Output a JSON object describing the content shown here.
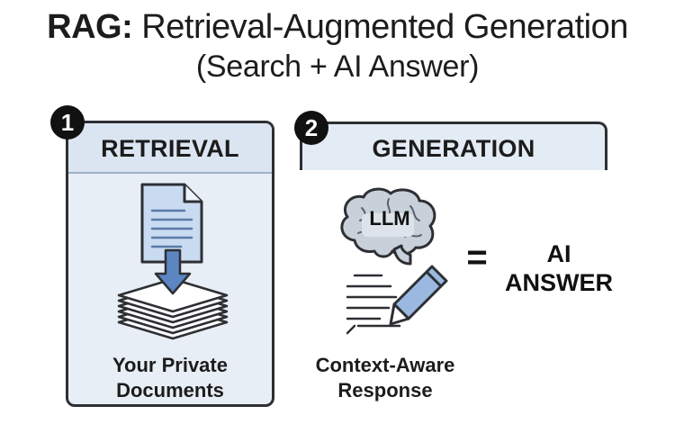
{
  "title": {
    "bold": "RAG:",
    "rest": " Retrieval-Augmented Generation",
    "subtitle": "(Search + AI Answer)"
  },
  "steps": [
    {
      "number": "1",
      "heading": "RETRIEVAL",
      "caption_line1": "Your Private",
      "caption_line2": "Documents",
      "icons": [
        "document-icon",
        "down-arrow-icon",
        "document-stack-icon"
      ]
    },
    {
      "number": "2",
      "heading": "GENERATION",
      "brain_label": "LLM",
      "caption_line1": "Context-Aware",
      "caption_line2": "Response",
      "icons": [
        "brain-icon",
        "response-lines-icon",
        "pen-icon"
      ]
    }
  ],
  "result": {
    "equals": "=",
    "line1": "AI",
    "line2": "ANSWER"
  },
  "colors": {
    "panel_fill": "#e8eef6",
    "header_fill": "#dbe5f2",
    "accent_blue": "#5b86c2",
    "outline": "#2d2f33"
  }
}
